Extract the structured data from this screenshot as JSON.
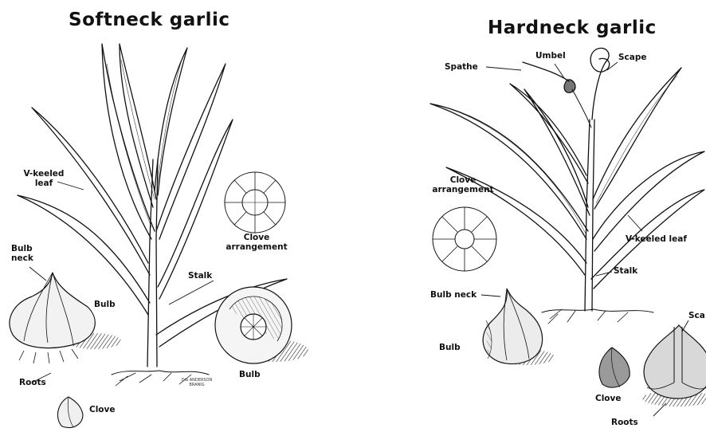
{
  "softneck": {
    "title": "Softneck garlic",
    "labels": {
      "v_keeled_leaf_1": "V-keeled",
      "v_keeled_leaf_2": "leaf",
      "bulb_neck_1": "Bulb",
      "bulb_neck_2": "neck",
      "bulb_left": "Bulb",
      "stalk": "Stalk",
      "clove_arrangement_1": "Clove",
      "clove_arrangement_2": "arrangement",
      "roots": "Roots",
      "clove": "Clove",
      "bulb_right": "Bulb"
    },
    "signature_1": "Dia ANDERSON",
    "signature_2": "BRANIG"
  },
  "hardneck": {
    "title": "Hardneck garlic",
    "labels": {
      "spathe": "Spathe",
      "umbel": "Umbel",
      "scape": "Scape",
      "clove_arrangement_1": "Clove",
      "clove_arrangement_2": "arrangement",
      "v_keeled_leaf": "V-keeled leaf",
      "stalk": "Stalk",
      "bulb_neck": "Bulb neck",
      "bulb": "Bulb",
      "clove": "Clove",
      "roots": "Roots",
      "scape_right": "Sca"
    }
  },
  "colors": {
    "ink": "#111111",
    "paper": "#ffffff",
    "shade": "#6e6e6e"
  }
}
